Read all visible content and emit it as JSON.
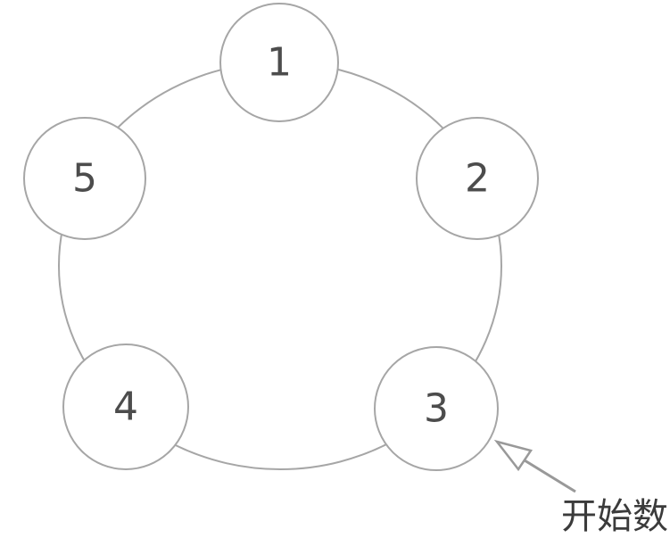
{
  "diagram": {
    "title": "counting-circle",
    "background_color": "#ffffff",
    "ring_color": "#a6a6a6",
    "node_fill": "#ffffff",
    "node_stroke": "#a6a6a6",
    "number_color": "#4c4c4c",
    "nodes": [
      {
        "label": "1"
      },
      {
        "label": "2"
      },
      {
        "label": "3"
      },
      {
        "label": "4"
      },
      {
        "label": "5"
      }
    ],
    "annotation": {
      "text": "开始数",
      "arrow_color": "#999999",
      "text_color": "#3b3b3b",
      "points_to_node": "3"
    }
  }
}
